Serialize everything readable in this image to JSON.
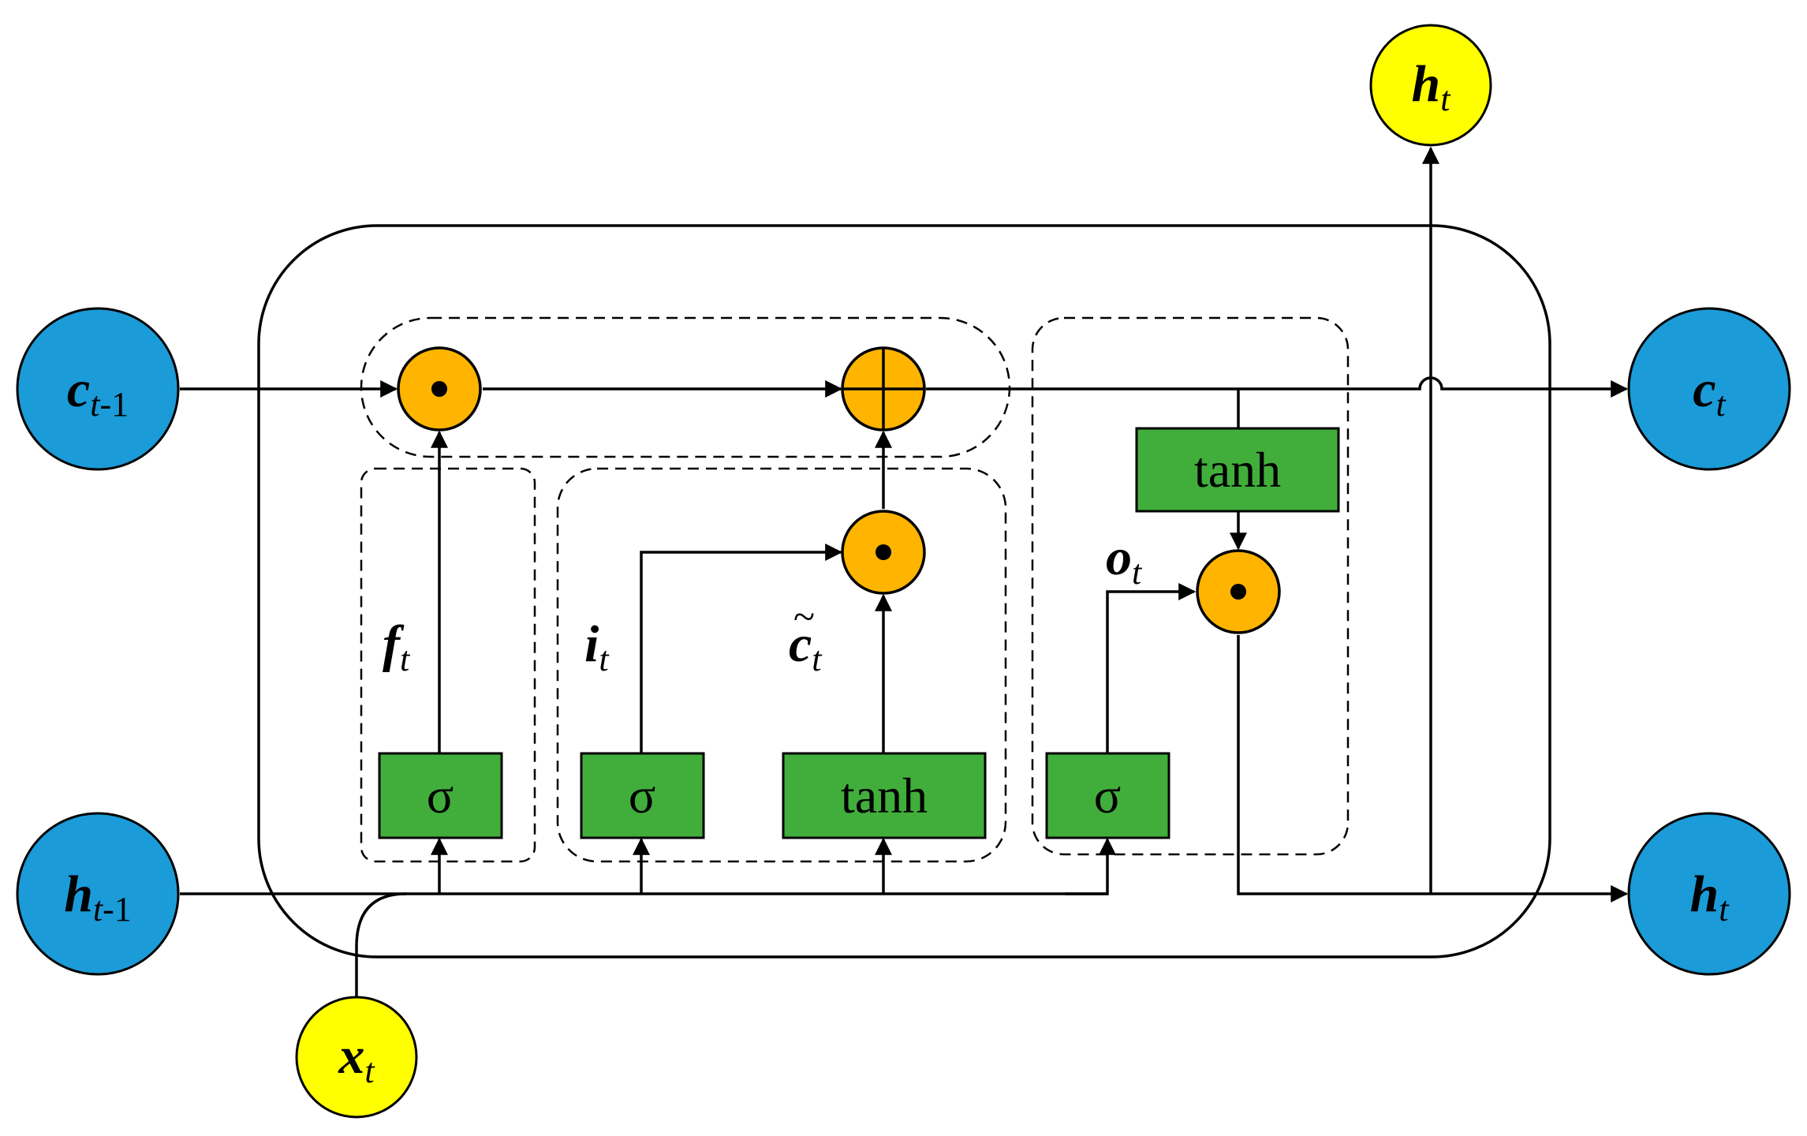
{
  "colors": {
    "io_node": "#1B9BD8",
    "h_out_node": "#FFFF00",
    "x_node": "#FFFF00",
    "gate": "#41AE3C",
    "operator": "#FFB400",
    "line": "#000000"
  },
  "nodes": {
    "c_prev": {
      "main": "c",
      "sub": "t",
      "sub_suffix": "-1"
    },
    "h_prev": {
      "main": "h",
      "sub": "t",
      "sub_suffix": "-1"
    },
    "c_next": {
      "main": "c",
      "sub": "t"
    },
    "h_next": {
      "main": "h",
      "sub": "t"
    },
    "h_top": {
      "main": "h",
      "sub": "t"
    },
    "x_in": {
      "main": "x",
      "sub": "t"
    }
  },
  "gates": {
    "forget_sigma": "σ",
    "input_sigma": "σ",
    "candidate_tanh": "tanh",
    "output_sigma": "σ",
    "cell_tanh": "tanh"
  },
  "labels": {
    "f": {
      "main": "f",
      "sub": "t"
    },
    "i": {
      "main": "i",
      "sub": "t"
    },
    "c_tilde": {
      "tilde": "~",
      "main": "c",
      "sub": "t"
    },
    "o": {
      "main": "o",
      "sub": "t"
    }
  },
  "operators": {
    "forget_mult": "hadamard-icon",
    "input_mult": "hadamard-icon",
    "output_mult": "hadamard-icon",
    "cell_add": "plus-icon"
  }
}
